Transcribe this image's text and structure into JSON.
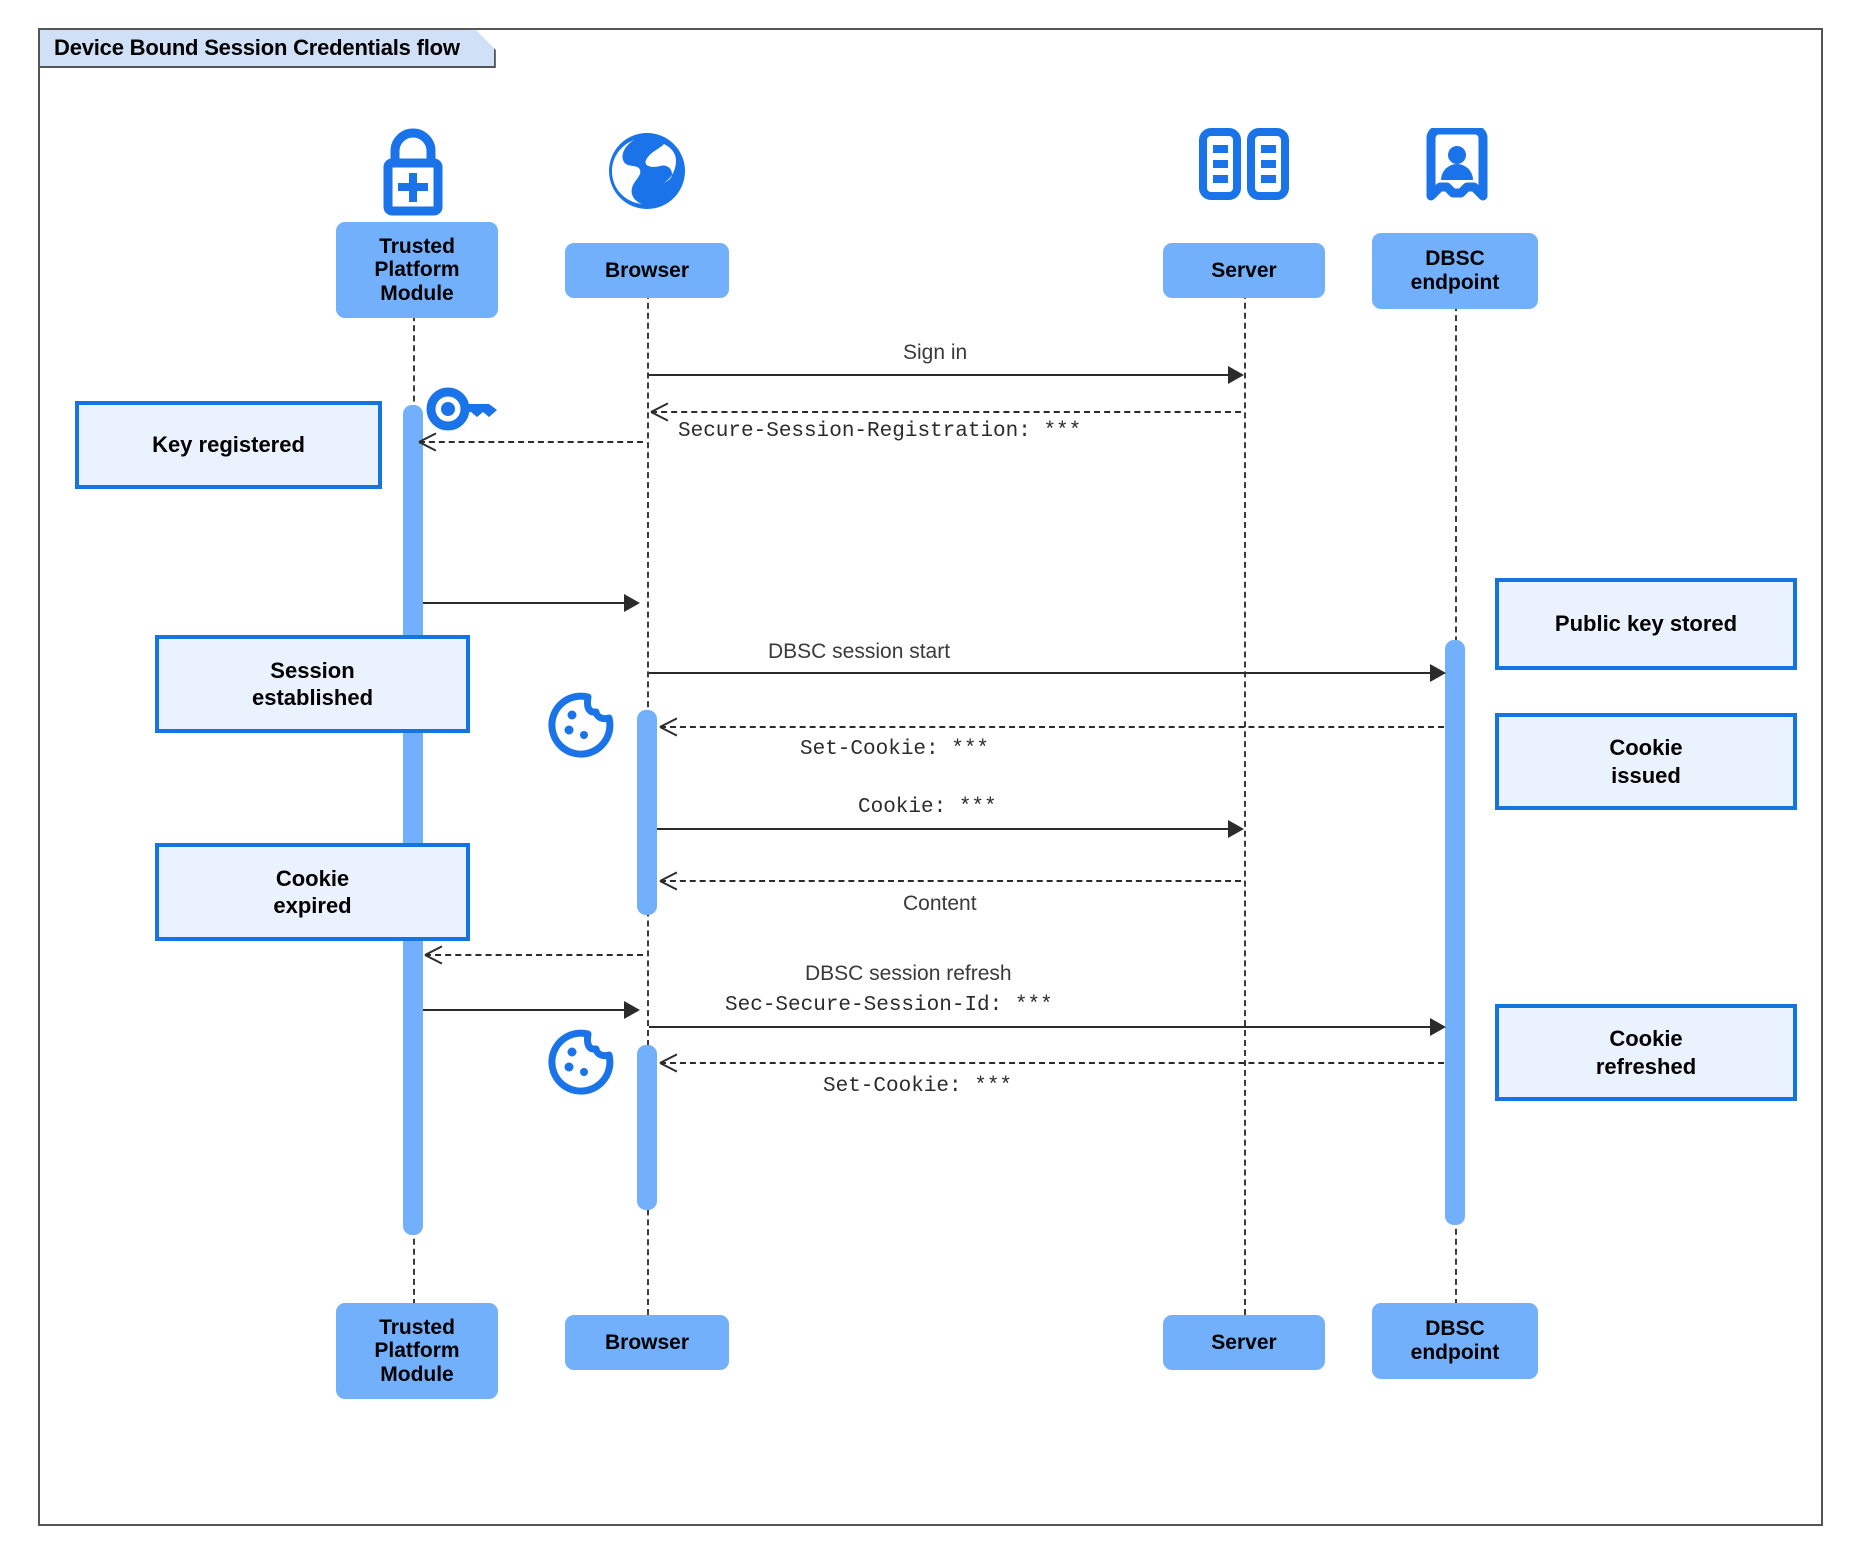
{
  "diagram": {
    "title": "Device Bound Session Credentials flow",
    "type": "sequence",
    "colors": {
      "actor_fill": "#72b0fb",
      "note_fill": "#eaf2fd",
      "note_border": "#1575e0",
      "icon_blue": "#1a73e8",
      "line": "#2b2b2b",
      "frame": "#555555",
      "title_fill": "#cfe0f7"
    }
  },
  "participants": [
    {
      "id": "tpm",
      "label": "Trusted\nPlatform\nModule",
      "label_lines": [
        "Trusted",
        "Platform",
        "Module"
      ],
      "icon": "lock-plus-icon"
    },
    {
      "id": "browser",
      "label": "Browser",
      "label_lines": [
        "Browser"
      ],
      "icon": "globe-icon"
    },
    {
      "id": "server",
      "label": "Server",
      "label_lines": [
        "Server"
      ],
      "icon": "server-rack-icon"
    },
    {
      "id": "dbsc",
      "label": "DBSC\nendpoint",
      "label_lines": [
        "DBSC",
        "endpoint"
      ],
      "icon": "id-badge-icon"
    }
  ],
  "participants_footer": [
    {
      "id": "tpm",
      "label_lines": [
        "Trusted",
        "Platform",
        "Module"
      ]
    },
    {
      "id": "browser",
      "label_lines": [
        "Browser"
      ]
    },
    {
      "id": "server",
      "label_lines": [
        "Server"
      ]
    },
    {
      "id": "dbsc",
      "label_lines": [
        "DBSC",
        "endpoint"
      ]
    }
  ],
  "messages": [
    {
      "id": "m1",
      "from": "browser",
      "to": "server",
      "label": "Sign in",
      "style": "solid",
      "font": "sans"
    },
    {
      "id": "m2",
      "from": "server",
      "to": "browser",
      "label": "Secure-Session-Registration: ***",
      "style": "dashed",
      "font": "mono"
    },
    {
      "id": "m3",
      "from": "browser",
      "to": "tpm",
      "label": "",
      "style": "dashed",
      "font": "sans"
    },
    {
      "id": "m4",
      "from": "tpm",
      "to": "browser",
      "label": "",
      "style": "solid",
      "font": "sans"
    },
    {
      "id": "m5",
      "from": "browser",
      "to": "dbsc",
      "label": "DBSC session start",
      "style": "solid",
      "font": "sans"
    },
    {
      "id": "m6",
      "from": "dbsc",
      "to": "browser",
      "label": "Set-Cookie: ***",
      "style": "dashed",
      "font": "mono"
    },
    {
      "id": "m7",
      "from": "browser",
      "to": "server",
      "label": "Cookie: ***",
      "style": "solid",
      "font": "mono"
    },
    {
      "id": "m8",
      "from": "server",
      "to": "browser",
      "label": "Content",
      "style": "dashed",
      "font": "sans"
    },
    {
      "id": "m9",
      "from": "browser",
      "to": "tpm",
      "label": "",
      "style": "dashed",
      "font": "sans"
    },
    {
      "id": "m10",
      "from": "tpm",
      "to": "browser",
      "label": "",
      "style": "solid",
      "font": "sans"
    },
    {
      "id": "m11",
      "from": "browser",
      "to": "dbsc",
      "label_line1": "DBSC session refresh",
      "label_line2": "Sec-Secure-Session-Id: ***",
      "style": "solid",
      "font": "mixed"
    },
    {
      "id": "m12",
      "from": "dbsc",
      "to": "browser",
      "label": "Set-Cookie: ***",
      "style": "dashed",
      "font": "mono"
    }
  ],
  "notes": [
    {
      "id": "n1",
      "side": "left",
      "target": "tpm",
      "lines": [
        "Key registered"
      ]
    },
    {
      "id": "n2",
      "side": "left",
      "target": "tpm",
      "lines": [
        "Session",
        "established"
      ]
    },
    {
      "id": "n3",
      "side": "left",
      "target": "tpm",
      "lines": [
        "Cookie",
        "expired"
      ]
    },
    {
      "id": "n4",
      "side": "right",
      "target": "dbsc",
      "lines": [
        "Public key stored"
      ]
    },
    {
      "id": "n5",
      "side": "right",
      "target": "dbsc",
      "lines": [
        "Cookie",
        "issued"
      ]
    },
    {
      "id": "n6",
      "side": "right",
      "target": "dbsc",
      "lines": [
        "Cookie",
        "refreshed"
      ]
    }
  ],
  "inline_icons": [
    {
      "id": "key-icon",
      "name": "key-icon",
      "near": "tpm"
    },
    {
      "id": "cookie-icon-1",
      "name": "cookie-icon",
      "near": "browser"
    },
    {
      "id": "cookie-icon-2",
      "name": "cookie-icon",
      "near": "browser"
    }
  ]
}
